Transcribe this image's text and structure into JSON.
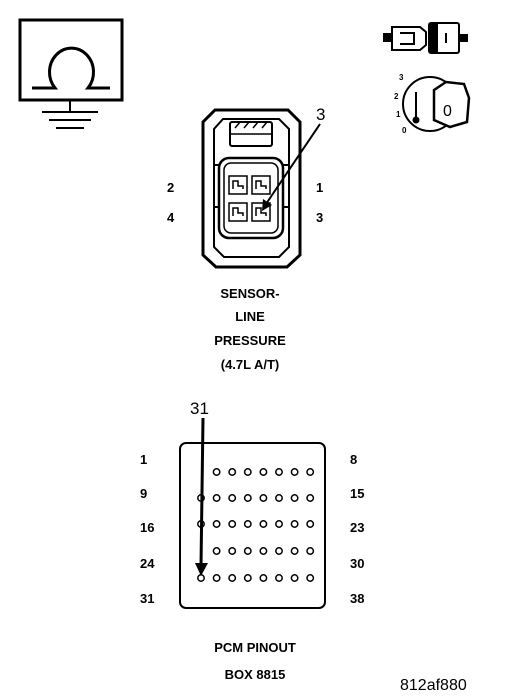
{
  "meter": {
    "icon": "ohmmeter-ground-icon"
  },
  "ignition": {
    "connector_icon": "disconnected-connector-icon",
    "switch_icon": "ignition-key-icon",
    "positions": [
      "3",
      "2",
      "1",
      "0"
    ],
    "key_label": "0"
  },
  "sensor": {
    "callout": "3",
    "pins": {
      "top_left": "2",
      "top_right": "1",
      "bottom_left": "4",
      "bottom_right": "3"
    },
    "title_lines": [
      "SENSOR-",
      "LINE",
      "PRESSURE",
      "(4.7L A/T)"
    ]
  },
  "pcm": {
    "callout": "31",
    "row_left_labels": [
      "1",
      "9",
      "16",
      "24",
      "31"
    ],
    "row_right_labels": [
      "8",
      "15",
      "23",
      "30",
      "38"
    ],
    "row_pin_counts": [
      7,
      8,
      8,
      7,
      8
    ],
    "title_lines": [
      "PCM PINOUT",
      "BOX 8815"
    ]
  },
  "figure_code": "812af880"
}
